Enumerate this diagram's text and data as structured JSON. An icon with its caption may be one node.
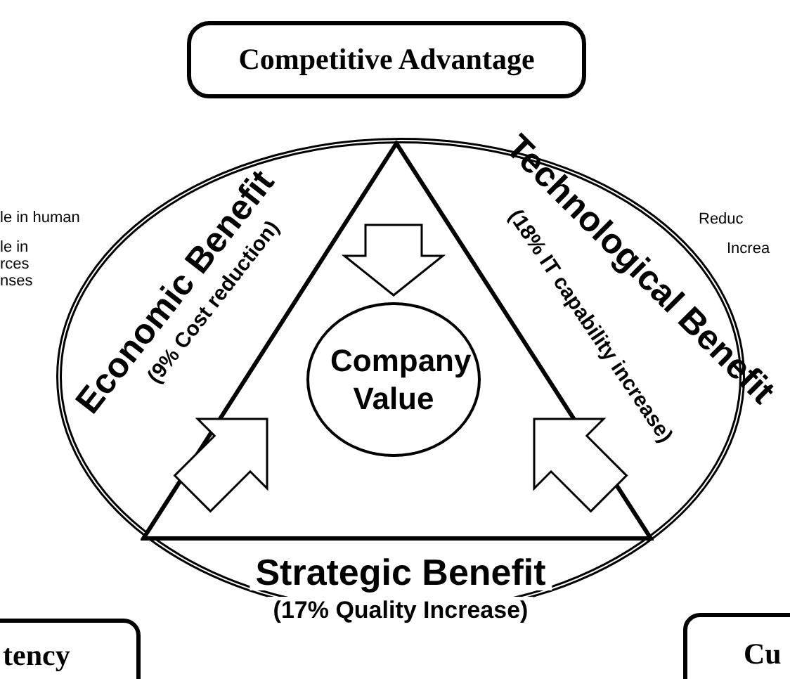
{
  "diagram": {
    "nodes": [
      {
        "text": [
          "Competitive Advantage"
        ]
      },
      {
        "text": [
          "Economic Benefit",
          "(9% Cost reduction)",
          "Technological Benefit",
          "(18% IT capability increase)",
          "Strategic Benefit",
          "(17% Quality Increase)"
        ]
      },
      {
        "text": [
          "Company Value"
        ],
        "in": 1
      },
      {
        "text": [
          "tency"
        ]
      },
      {
        "text": [
          "Cu"
        ]
      }
    ],
    "labels": [
      "le in human",
      "le in",
      "rces",
      "nses",
      "Reduc",
      "Increa"
    ]
  }
}
